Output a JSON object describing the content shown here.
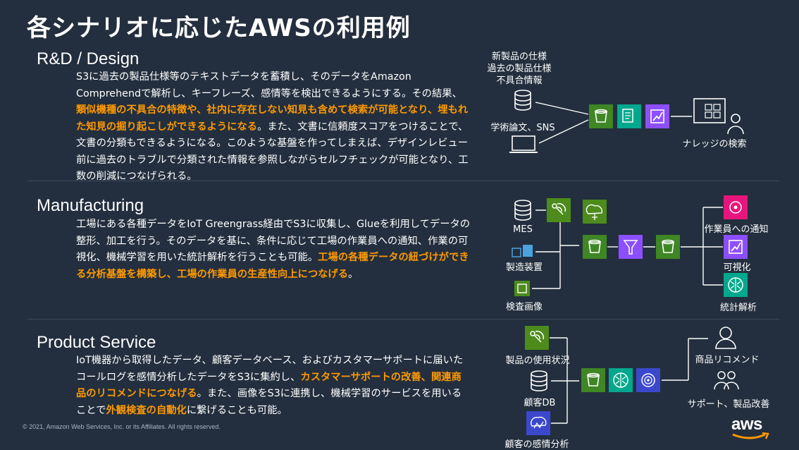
{
  "title": "各シナリオに応じたAWSの利用例",
  "sections": {
    "rnd": {
      "heading": "R&D / Design",
      "p1": "S3に過去の製品仕様等のテキストデータを蓄積し、そのデータをAmazon Comprehendで解析し、キーフレーズ、感情等を検出できるようにする。その結果、",
      "h1": "類似機種の不具合の特徴や、社内に存在しない知見も含めて検索が可能となり、埋もれた知見の掘り起こしができるようになる",
      "p2": "。また、文書に信頼度スコアをつけることで、文書の分類もできるようになる。このような基盤を作ってしまえば、デザインレビュー前に過去のトラブルで分類された情報を参照しながらセルフチェックが可能となり、工数の削減につなげられる。"
    },
    "mfg": {
      "heading": "Manufacturing",
      "p1": "工場にある各種データをIoT Greengrass経由でS3に収集し、Glueを利用してデータの整形、加工を行う。そのデータを基に、条件に応じて工場の作業員への通知、作業の可視化、機械学習を用いた統計解析を行うことも可能。",
      "h1": "工場の各種データの紐づけができる分析基盤を構築し、工場の作業員の生産性向上につなげる",
      "p2": "。"
    },
    "svc": {
      "heading": "Product Service",
      "p1": "IoT機器から取得したデータ、顧客データベース、およびカスタマーサポートに届いたコールログを感情分析したデータをS3に集約し、",
      "h1": "カスタマーサポートの改善、関連商品のリコメンドにつなげる",
      "p2": "。また、画像をS3に連携し、機械学習のサービスを用いることで",
      "h2": "外観検査の自動化",
      "p3": "に繋げることも可能。"
    }
  },
  "diagram": {
    "rnd": {
      "src_label": "新製品の仕様\n過去の製品仕様\n不具合情報",
      "src2_label": "学術論文、SNS",
      "out_label": "ナレッジの検索"
    },
    "mfg": {
      "mes": "MES",
      "equip": "製造装置",
      "inspect": "検査画像",
      "notify": "作業員への通知",
      "visual": "可視化",
      "stats": "統計解析"
    },
    "svc": {
      "usage": "製品の使用状況",
      "db": "顧客DB",
      "emotion": "顧客の感情分析",
      "recommend": "商品リコメンド",
      "support": "サポート、製品改善"
    }
  },
  "footer": {
    "copyright": "© 2021, Amazon Web Services, Inc. or its Affiliates. All rights reserved.",
    "logo": "aws"
  },
  "colors": {
    "background": "#232f3e",
    "highlight": "#ff9900",
    "storage_green": "#3f8624",
    "analytics_purple": "#8c4fff",
    "ml_teal": "#01a88d",
    "iot_green": "#4d8b1c",
    "pink": "#e7157b",
    "blue": "#3b48cc"
  }
}
